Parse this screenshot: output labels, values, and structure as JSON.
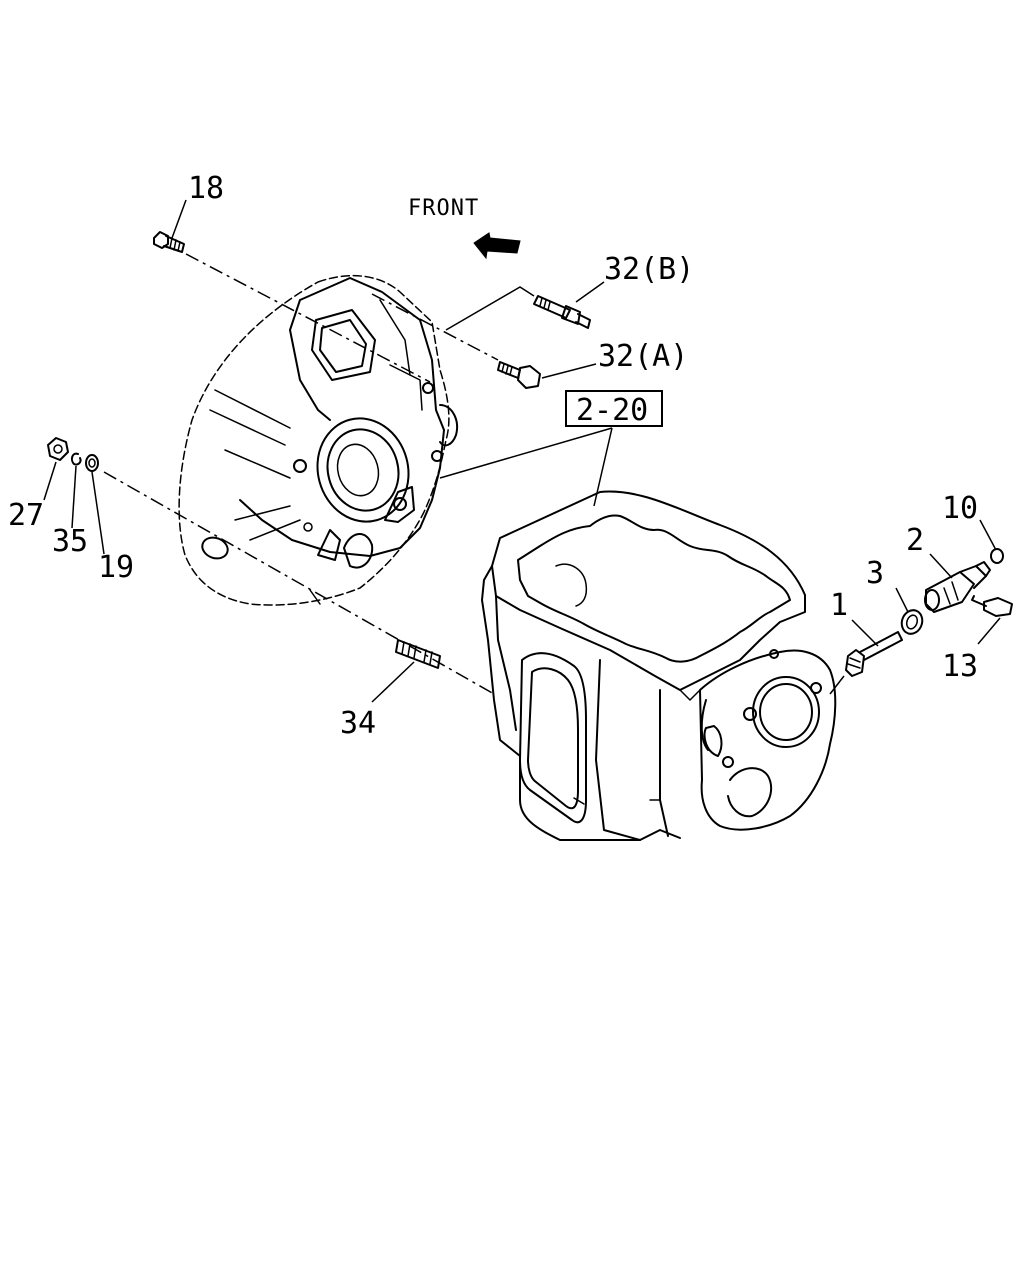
{
  "diagram": {
    "direction_label": "FRONT",
    "reference_box": "2-20",
    "callouts": {
      "c18": "18",
      "c32b": "32(B)",
      "c32a": "32(A)",
      "c27": "27",
      "c35": "35",
      "c19": "19",
      "c34": "34",
      "c1": "1",
      "c3": "3",
      "c2": "2",
      "c10": "10",
      "c13": "13"
    }
  }
}
